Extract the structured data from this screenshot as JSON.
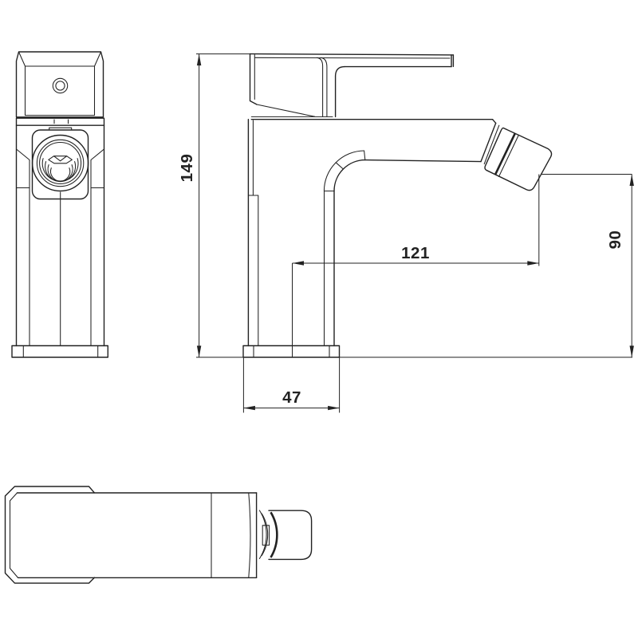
{
  "drawing": {
    "background": "#ffffff",
    "line_color": "#222222",
    "type": "faucet-technical-drawing",
    "dimensions": {
      "height": {
        "value": "149"
      },
      "reach": {
        "value": "121"
      },
      "outlet_height": {
        "value": "90"
      },
      "base_depth": {
        "value": "47"
      }
    }
  }
}
